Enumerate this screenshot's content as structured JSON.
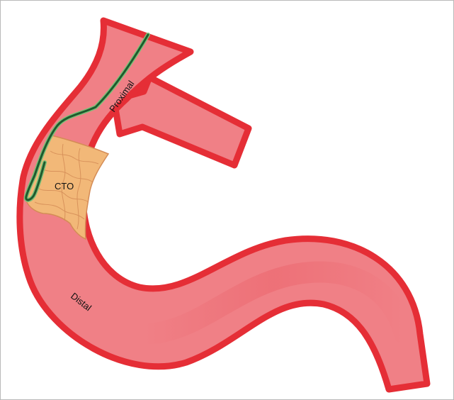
{
  "labels": {
    "proximal": "Proximal",
    "cto": "CTO",
    "distal": "Distal"
  },
  "colors": {
    "vessel_wall": "#e52e36",
    "vessel_lumen": "#f08086",
    "vessel_lumen_shade": "#ea5e66",
    "occlusion_fill": "#f2b878",
    "occlusion_outline": "#d48c56",
    "guidewire": "#1e5a2e",
    "guidewire_outline": "#7dbf77",
    "frame_border": "#b9b9b9"
  },
  "icons": {
    "guidewire": "guidewire-icon"
  }
}
